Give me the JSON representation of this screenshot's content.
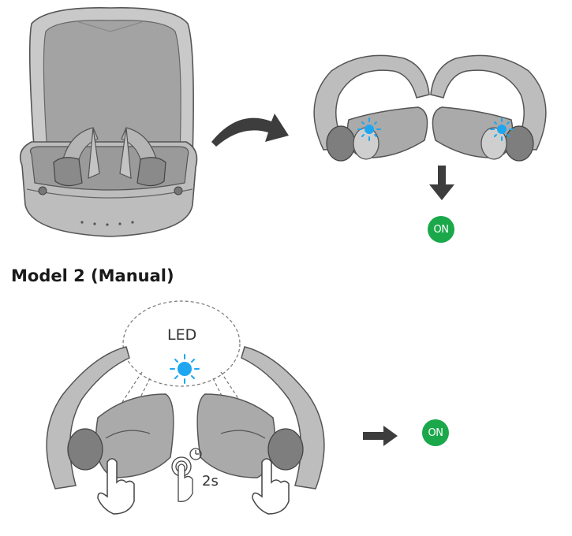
{
  "section": {
    "heading": "Model 2 (Manual)"
  },
  "indicator": {
    "on_label": "ON",
    "on_color": "#1aa84b",
    "led_color": "#1ea7f0"
  },
  "manual": {
    "led_label": "LED",
    "hold_time": "2s"
  },
  "icons": [
    "charging-case-icon",
    "curved-arrow-icon",
    "earbud-left-icon",
    "earbud-right-icon",
    "led-light-icon",
    "down-arrow-icon",
    "right-arrow-icon",
    "finger-touch-icon",
    "clock-icon"
  ]
}
